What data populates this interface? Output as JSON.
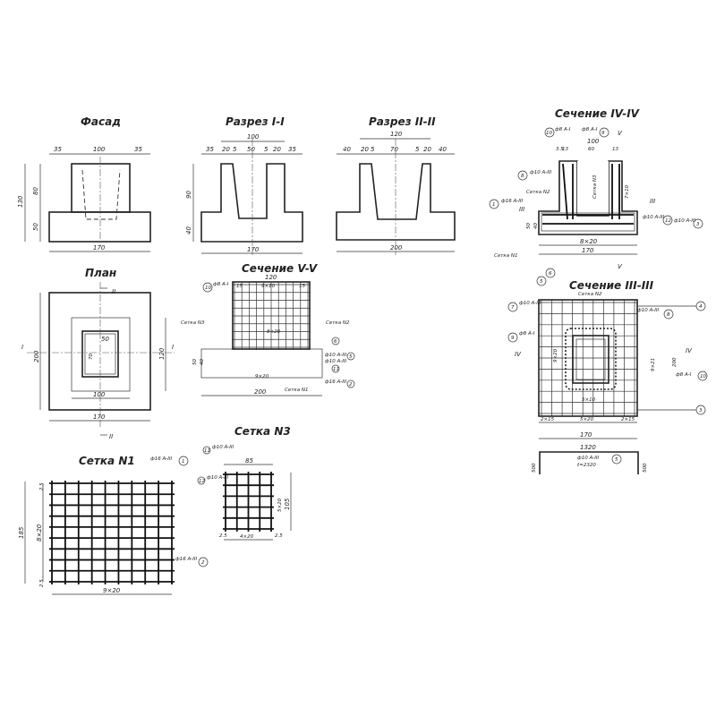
{
  "titles": {
    "facade": "Фасад",
    "section_1": "Разрез I-I",
    "section_2": "Разрез II-II",
    "section_4": "Сечение IV-IV",
    "plan": "План",
    "section_5": "Сечение V-V",
    "section_3": "Сечение III-III",
    "mesh_1": "Сетка N1",
    "mesh_3": "Сетка N3"
  },
  "facade": {
    "top": [
      "35",
      "100",
      "35"
    ],
    "bottom": "170",
    "left": [
      "130",
      "80",
      "50"
    ]
  },
  "section_1": {
    "top_total": "100",
    "top": [
      "35",
      "20",
      "5",
      "50",
      "5",
      "20",
      "35"
    ],
    "bottom": "170",
    "left": [
      "90",
      "40"
    ]
  },
  "section_2": {
    "top_total": "120",
    "top": [
      "40",
      "20",
      "5",
      "70",
      "5",
      "20",
      "40"
    ],
    "bottom": "200"
  },
  "section_4": {
    "rebar": [
      "ф8 А-I",
      "ф8 А-I",
      "ф10 А-III",
      "ф16 А-III",
      "ф10 А-III",
      "ф10 А-III"
    ],
    "marks": [
      "10",
      "9",
      "8",
      "1",
      "12",
      "3"
    ],
    "cut": "V",
    "cut_side": "III",
    "top_total": "100",
    "top": [
      "3.5",
      "13",
      "3.5",
      "60",
      "3.5",
      "13",
      "3.5"
    ],
    "right": "7×10",
    "left": [
      "50",
      "40"
    ],
    "bottom_inner": "8×20",
    "bottom": "170",
    "mesh_labels": [
      "Сетка N2",
      "Сетка N3",
      "Сетка N1"
    ]
  },
  "plan": {
    "cut_1": "I",
    "cut_2": "II",
    "inner": "50",
    "inner_h": "70",
    "mid": "100",
    "right": "120",
    "left": "200",
    "bottom": "170"
  },
  "section_5": {
    "mark": "10",
    "rebar": "ф8 А-I",
    "top": "120",
    "top_inner": "9×10",
    "edge": "15",
    "mesh_3": "Сетка N3",
    "mesh_2": "Сетка N2",
    "inner": "8×20",
    "bottom_inner": "9×20",
    "mesh_1": "Сетка N1",
    "bottom": "200",
    "left": [
      "50",
      "40"
    ],
    "right_rebar": [
      "ф10 А-III",
      "ф10 А-III",
      "ф16 А-III"
    ],
    "right_marks": [
      "6",
      "5",
      "11",
      "2"
    ]
  },
  "section_3": {
    "marks": [
      "6",
      "5",
      "7",
      "9",
      "4",
      "8",
      "10",
      "3"
    ],
    "rebar": [
      "ф10 А-III",
      "ф8 А-I",
      "ф10 А-III",
      "ф8 А-I"
    ],
    "cut": "IV",
    "right_inner": "9×21",
    "right": "200",
    "inner": "5×10",
    "bottom": [
      "2×15",
      "5×20",
      "2×15"
    ],
    "bottom_total": "170",
    "mesh": "Сетка N2",
    "vert": "9×20"
  },
  "bar_detail": {
    "length": "1320",
    "label": "ф10 А-III",
    "l": "ℓ=2320",
    "mark": "5",
    "legs": [
      "500",
      "500"
    ]
  },
  "mesh_1": {
    "rebar_top": "ф16 А-III",
    "mark_top": "1",
    "rebar_bot": "ф16 А-III",
    "mark_bot": "2",
    "left": "185",
    "left_inner": "8×20",
    "bottom": "9×20",
    "edges": [
      "2.5",
      "2.5"
    ]
  },
  "mesh_3": {
    "mark_top": "11",
    "rebar_top": "ф10 А-III",
    "mark_2": "12",
    "rebar_2": "ф10 А-III",
    "top": "85",
    "right": "105",
    "right_inner": "5×20",
    "bottom": "4×20",
    "edges": [
      "2.5",
      "2.5"
    ]
  }
}
